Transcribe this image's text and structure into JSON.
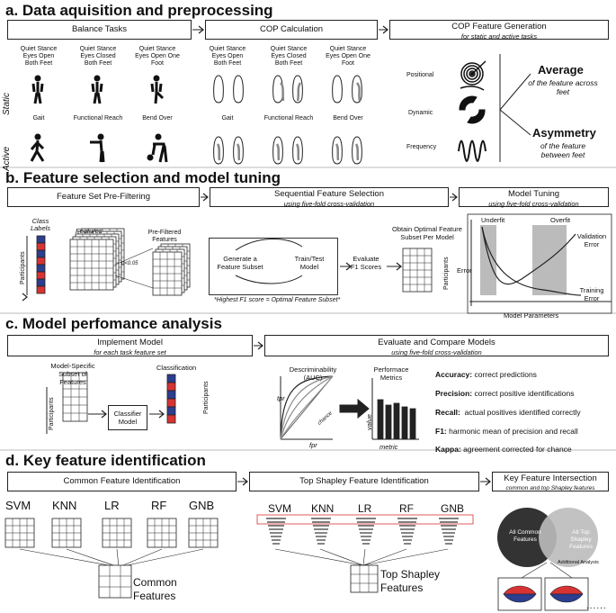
{
  "sections": {
    "a": {
      "title": "a. Data aquisition and preprocessing",
      "box1": "Balance Tasks",
      "box2": "COP Calculation",
      "box3": "COP Feature Generation",
      "box3_sub": "for static and active tasks",
      "side_static": "Static",
      "side_active": "Active",
      "static_tasks": [
        "Quiet Stance Eyes Open Both Feet",
        "Quiet Stance Eyes Closed Both Feet",
        "Quiet Stance Eyes Open One Foot"
      ],
      "active_tasks": [
        "Gait",
        "Functional Reach",
        "Bend Over"
      ],
      "feature_types": [
        "Positional",
        "Dynamic",
        "Frequency"
      ],
      "average_title": "Average",
      "average_sub": "of the feature across feet",
      "asym_title": "Asymmetry",
      "asym_sub": "of the feature between feet"
    },
    "b": {
      "title": "b. Feature selection and model tuning",
      "box1": "Feature Set Pre-Filtering",
      "box2": "Sequential Feature Selection",
      "box2_sub": "using five-fold cross-validation",
      "box3": "Model Tuning",
      "box3_sub": "using five-fold cross-validation",
      "class_labels": "Class Labels",
      "features": "Features",
      "participants": "Participants",
      "pval": "p<0.05",
      "prefiltered": "Pre-Filtered Features",
      "generate": "Generate a Feature Subset",
      "traintest": "Train/Test Model",
      "evaluate": "Evaluate F1 Scores",
      "optimal": "Obtain Optimal Feature Subset Per Model",
      "note": "*Highest F1 score = Optimal Feature Subset*",
      "underfit": "Underfit",
      "overfit": "Overfit",
      "validation": "Validation Error",
      "training": "Training Error",
      "error": "Error",
      "params": "Model Parameters"
    },
    "c": {
      "title": "c. Model perfomance analysis",
      "box1": "Implement Model",
      "box1_sub": "for each task feature set",
      "box2": "Evaluate and Compare Models",
      "box2_sub": "using five-fold cross-validation",
      "subset": "Model-Specific Subset of Features",
      "classification": "Classification",
      "classifier": "Classifier Model",
      "participants": "Participants",
      "auc": "Descriminability (AUC)",
      "tpr": "tpr",
      "fpr": "fpr",
      "chance": "chance",
      "perf": "Performace Metrics",
      "value": "value",
      "metric": "metric",
      "metrics": [
        {
          "name": "Accuracy:",
          "desc": " correct predictions"
        },
        {
          "name": "Precision:",
          "desc": " correct positive identifications"
        },
        {
          "name": "Recall:",
          "desc": "  actual positives identified correctly"
        },
        {
          "name": "F1:",
          "desc": " harmonic mean of precision and recall"
        },
        {
          "name": "Kappa:",
          "desc": " agreement corrected for chance"
        }
      ]
    },
    "d": {
      "title": "d. Key feature identification",
      "box1": "Common Feature Identification",
      "box2": "Top Shapley Feature Identification",
      "box3": "Key Feature Intersection",
      "box3_sub": "common and top Shapley features",
      "models": [
        "SVM",
        "KNN",
        "LR",
        "RF",
        "GNB"
      ],
      "common": "Common Features",
      "top": "Top Shapley Features",
      "venn_left": "All Common Features",
      "venn_right": "All Top Shapley Features",
      "additional": "Additional Analysis",
      "dots": "......"
    }
  }
}
